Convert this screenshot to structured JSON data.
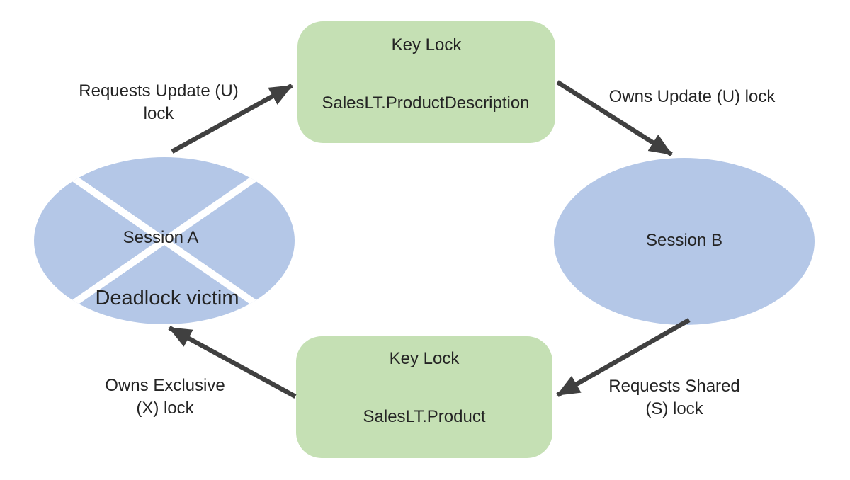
{
  "diagram": {
    "title_hint": "deadlock-cycle-diagram",
    "colors": {
      "background": "#ffffff",
      "lock_fill": "#c5e0b4",
      "session_fill": "#b4c7e7",
      "arrow": "#404040",
      "cross": "#ffffff",
      "text": "#242424"
    },
    "nodes": {
      "lock_top": {
        "title": "Key Lock",
        "subtitle": "SalesLT.ProductDescription"
      },
      "lock_bottom": {
        "title": "Key Lock",
        "subtitle": "SalesLT.Product"
      },
      "session_a": {
        "label": "Session A",
        "status": "Deadlock victim"
      },
      "session_b": {
        "label": "Session B"
      }
    },
    "edges": {
      "a_to_top": {
        "lines": [
          "Requests Update (U)",
          "lock"
        ]
      },
      "top_to_b": {
        "lines": [
          "Owns Update (U) lock"
        ]
      },
      "b_to_bottom": {
        "lines": [
          "Requests Shared",
          "(S) lock"
        ]
      },
      "bottom_to_a": {
        "lines": [
          "Owns Exclusive",
          "(X) lock"
        ]
      }
    }
  }
}
